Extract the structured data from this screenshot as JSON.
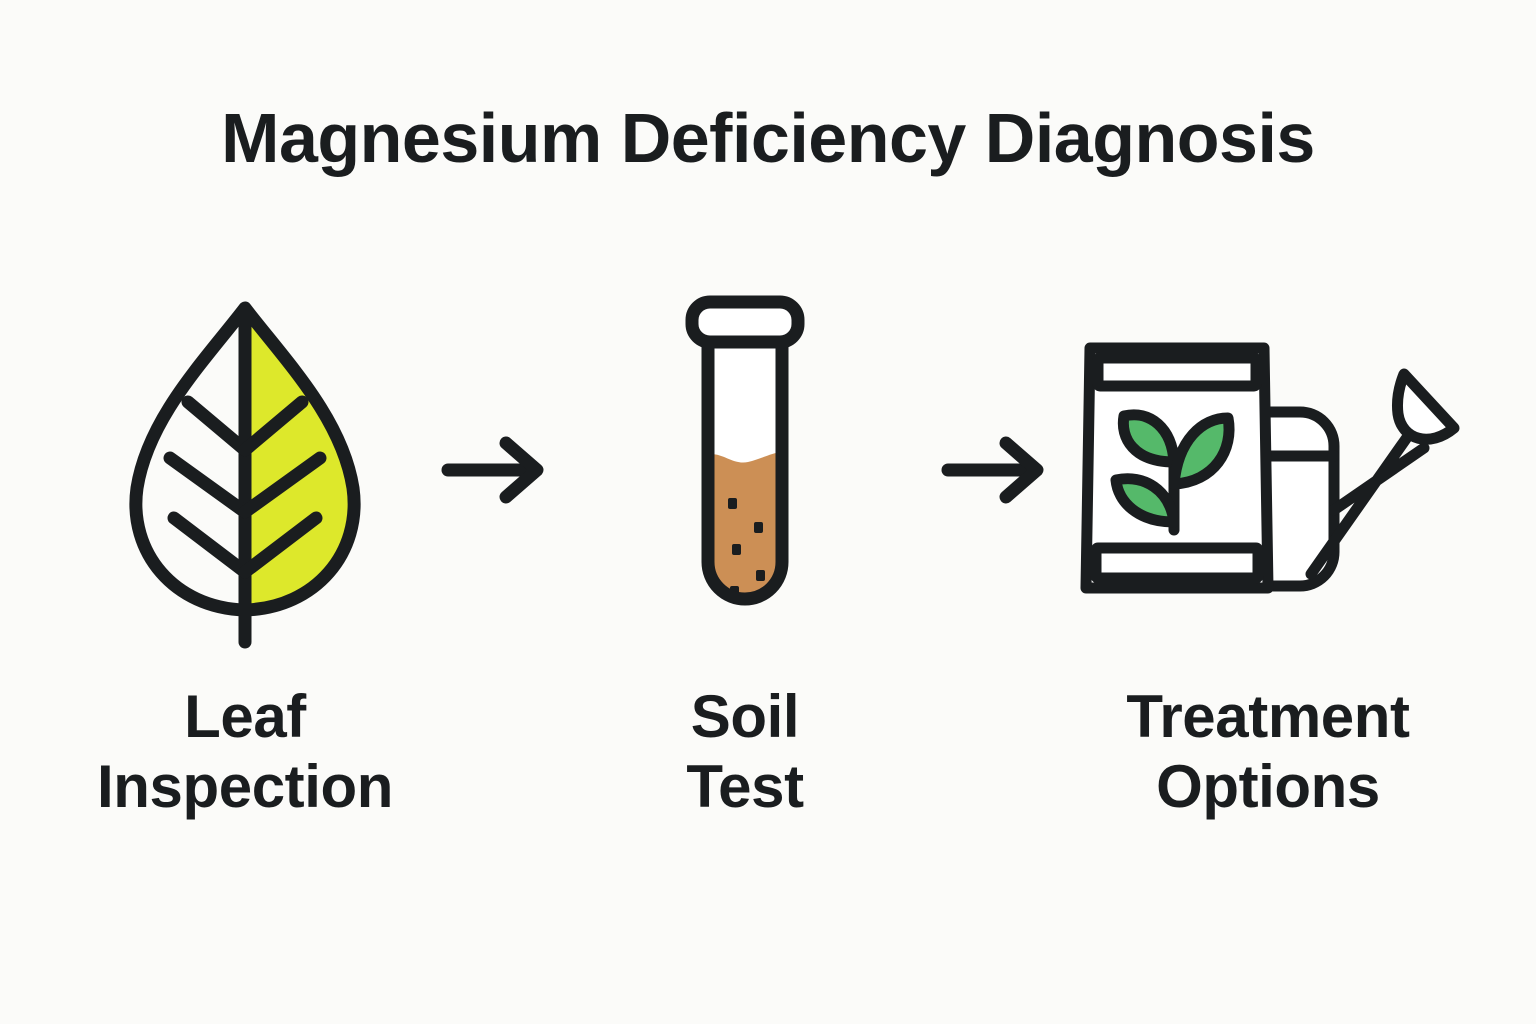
{
  "page": {
    "title": "Magnesium Deficiency Diagnosis",
    "background_color": "#FBFBF9",
    "text_color": "#1A1D1F",
    "stroke_color": "#1A1D1F"
  },
  "colors": {
    "chlorotic_leaf": "#DDE82B",
    "soil_brown": "#CC8F55",
    "plant_green": "#55B96A",
    "outline": "#1A1D1F",
    "fill_white": "#FFFFFF"
  },
  "steps": [
    {
      "id": "leaf-inspection",
      "icon": "leaf-icon",
      "label_line1": "Leaf",
      "label_line2": "Inspection"
    },
    {
      "id": "soil-test",
      "icon": "test-tube-icon",
      "label_line1": "Soil",
      "label_line2": "Test"
    },
    {
      "id": "treatment-options",
      "icon": "fertilizer-bag-watering-can-icon",
      "label_line1": "Treatment",
      "label_line2": "Options"
    }
  ],
  "connectors": [
    {
      "id": "arrow-1",
      "icon": "arrow-right-icon"
    },
    {
      "id": "arrow-2",
      "icon": "arrow-right-icon"
    }
  ]
}
